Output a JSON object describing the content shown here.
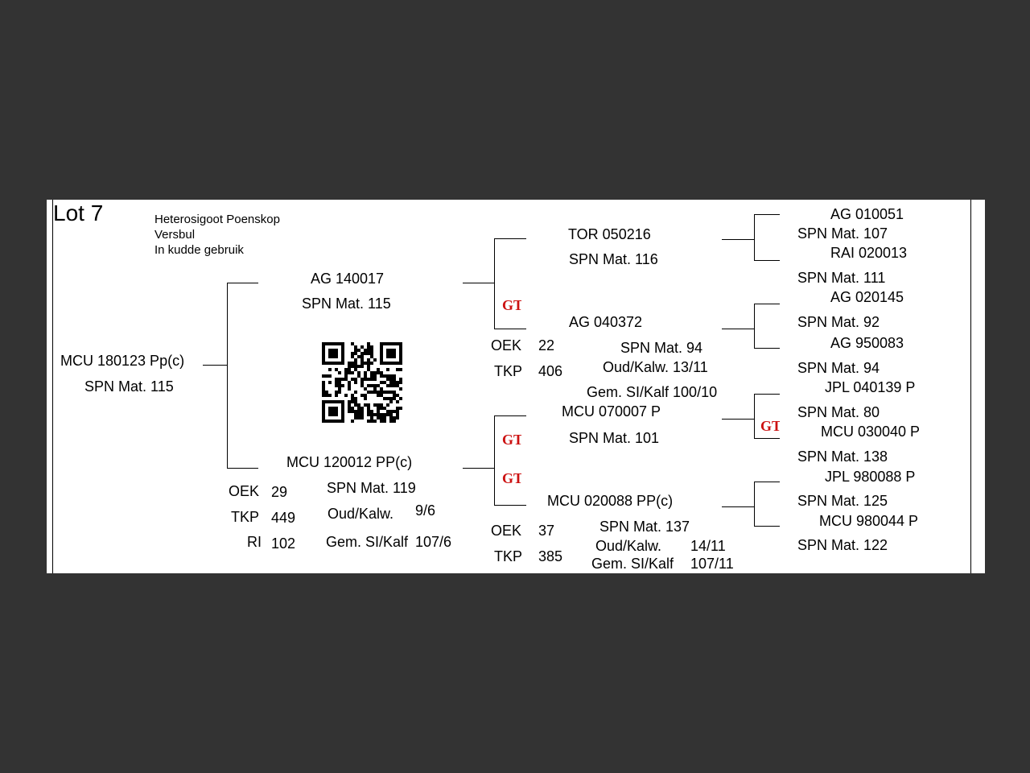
{
  "lot": "Lot 7",
  "notes": [
    "Heterosigoot Poenskop",
    "Versbul",
    "In kudde gebruik"
  ],
  "animal": {
    "name": "MCU 180123  Pp(c)",
    "mat": "SPN Mat. 115"
  },
  "sire": {
    "name": "AG  140017",
    "mat": "SPN Mat. 115"
  },
  "dam": {
    "name": "MCU 120012  PP(c)",
    "mat": "SPN Mat. 119",
    "stats": {
      "oek_label": "OEK",
      "oek": "29",
      "tkp_label": "TKP",
      "tkp": "449",
      "ri_label": "RI",
      "ri": "102"
    },
    "oud_label": "Oud/Kalw.",
    "oud": "9/6",
    "gem_label": "Gem. SI/Kalf",
    "gem": "107/6"
  },
  "ss": {
    "name": "TOR 050216",
    "mat": "SPN Mat. 116"
  },
  "sd": {
    "name": "AG  040372",
    "mat": "SPN Mat. 94",
    "oek_label": "OEK",
    "oek": "22",
    "tkp_label": "TKP",
    "tkp": "406",
    "oud": "Oud/Kalw.  13/11",
    "gem": "Gem. SI/Kalf  100/10"
  },
  "ds": {
    "name": "MCU 070007  P",
    "mat": "SPN Mat. 101"
  },
  "dd": {
    "name": "MCU 020088  PP(c)",
    "mat": "SPN Mat. 137",
    "oek_label": "OEK",
    "oek": "37",
    "tkp_label": "TKP",
    "tkp": "385",
    "oud_label": "Oud/Kalw.",
    "oud": "14/11",
    "gem_label": "Gem. SI/Kalf",
    "gem": "107/11"
  },
  "gg": [
    {
      "name": "AG  010051",
      "mat": "SPN Mat. 107"
    },
    {
      "name": "RAI 020013",
      "mat": "SPN Mat. 111"
    },
    {
      "name": "AG  020145",
      "mat": "SPN Mat. 92"
    },
    {
      "name": "AG  950083",
      "mat": "SPN Mat. 94"
    },
    {
      "name": "JPL 040139  P",
      "mat": "SPN Mat. 80"
    },
    {
      "name": "MCU 030040  P",
      "mat": "SPN Mat. 138"
    },
    {
      "name": "JPL 980088  P",
      "mat": "SPN Mat. 125"
    },
    {
      "name": "MCU 980044  P",
      "mat": "SPN Mat. 122"
    }
  ],
  "logo": {
    "text": "GT",
    "color": "#cc1111"
  }
}
